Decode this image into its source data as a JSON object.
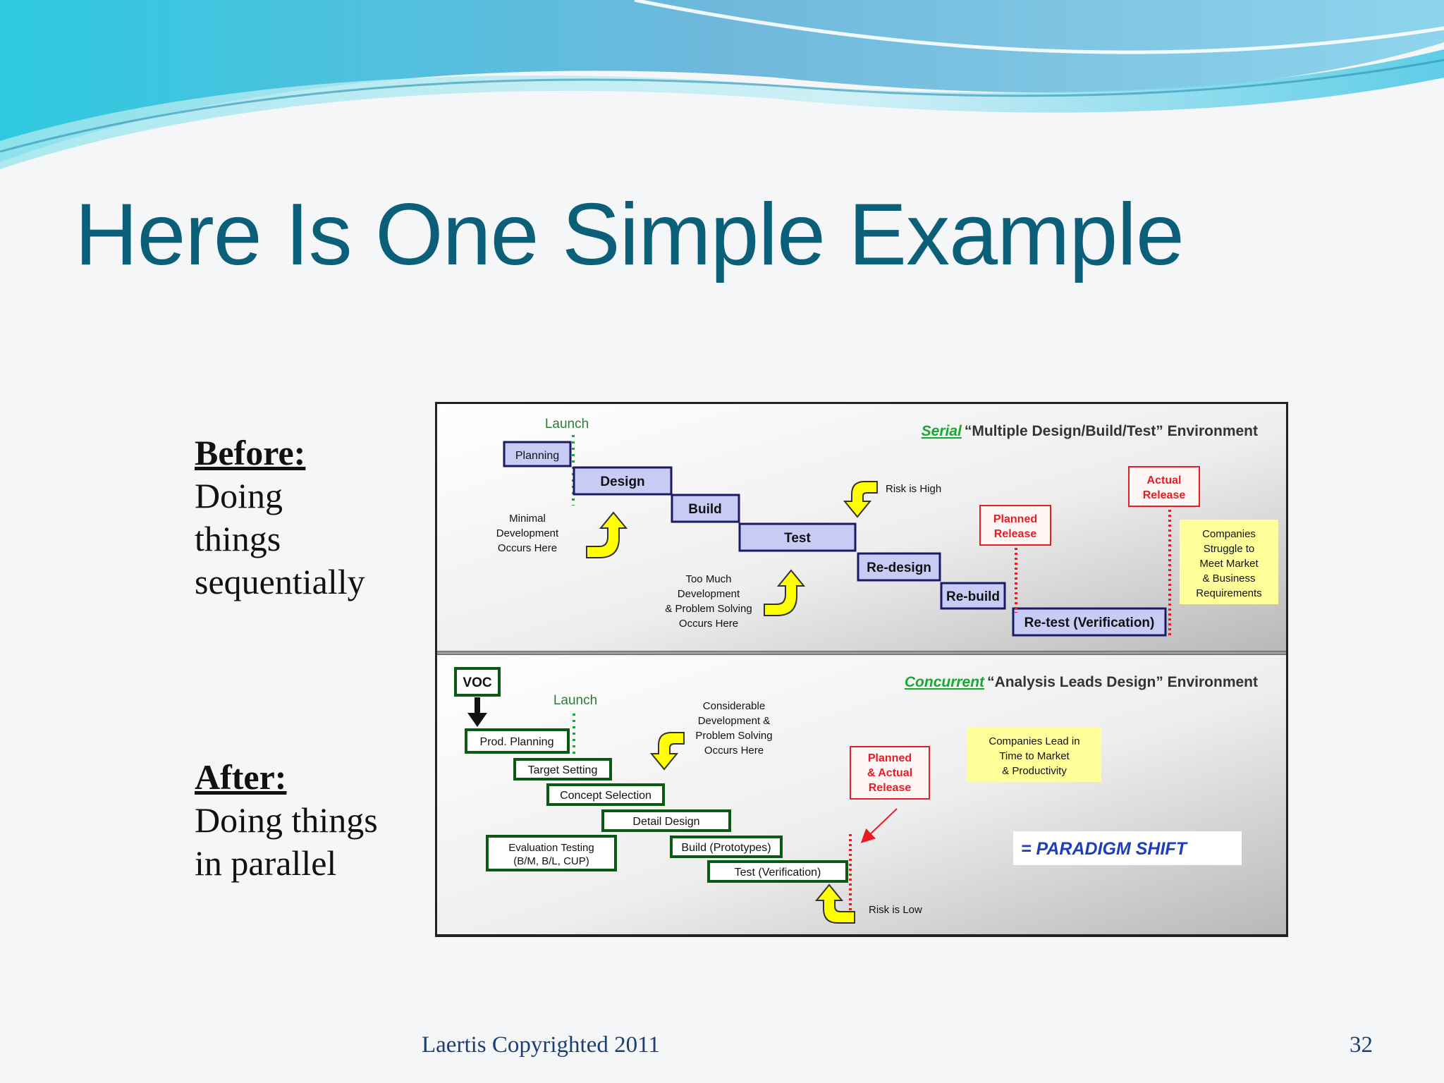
{
  "slide": {
    "title": "Here Is One Simple Example",
    "before": {
      "heading": "Before:",
      "lines": [
        "Doing",
        "things",
        "sequentially"
      ]
    },
    "after": {
      "heading": "After:",
      "lines": [
        "Doing things",
        "in parallel"
      ]
    },
    "footer": "Laertis Copyrighted 2011",
    "page_number": "32"
  },
  "diagram": {
    "serial": {
      "title_em": "Serial",
      "title_rest": "“Multiple Design/Build/Test” Environment",
      "launch": "Launch",
      "steps": [
        "Planning",
        "Design",
        "Build",
        "Test",
        "Re-design",
        "Re-build",
        "Re-test (Verification)"
      ],
      "note_minimal": [
        "Minimal",
        "Development",
        "Occurs Here"
      ],
      "note_too_much": [
        "Too Much",
        "Development",
        "& Problem Solving",
        "Occurs Here"
      ],
      "risk": "Risk is High",
      "planned_release": [
        "Planned",
        "Release"
      ],
      "actual_release": [
        "Actual",
        "Release"
      ],
      "struggle": [
        "Companies",
        "Struggle to",
        "Meet Market",
        "& Business",
        "Requirements"
      ]
    },
    "concurrent": {
      "title_em": "Concurrent",
      "title_rest": "“Analysis Leads Design” Environment",
      "voc": "VOC",
      "launch": "Launch",
      "steps": [
        "Prod. Planning",
        "Target Setting",
        "Concept Selection",
        "Detail Design",
        "Build (Prototypes)",
        "Test (Verification)"
      ],
      "eval": [
        "Evaluation Testing",
        "(B/M, B/L, CUP)"
      ],
      "note": [
        "Considerable",
        "Development &",
        "Problem Solving",
        "Occurs Here"
      ],
      "planned_actual": [
        "Planned",
        "& Actual",
        "Release"
      ],
      "lead": [
        "Companies Lead in",
        "Time to Market",
        "& Productivity"
      ],
      "paradigm": "= PARADIGM SHIFT",
      "risk": "Risk is Low"
    }
  },
  "colors": {
    "title": "#0b5f78",
    "serial_step_fill": "#c8ccf4",
    "serial_step_border": "#1a1a66",
    "concurrent_step_border": "#0a5a14",
    "highlight": "#ffff99",
    "arrow_fill": "#ffff00",
    "red": "#e81c24",
    "green_em": "#19a832",
    "paradigm": "#1f3dbd"
  },
  "icons": [
    "curved-up-arrow-icon",
    "curved-down-arrow-icon",
    "down-arrow-icon",
    "red-arrow-icon"
  ]
}
